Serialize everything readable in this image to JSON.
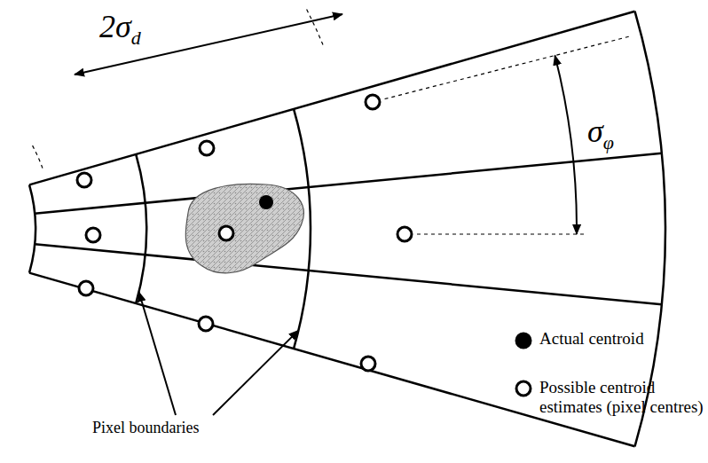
{
  "diagram": {
    "labels": [
      "2σd",
      "σφ",
      "Pixel boundaries"
    ],
    "legend": [
      {
        "text": "Actual centroid"
      },
      {
        "text": "Possible centroid estimates (pixel centres)"
      }
    ]
  }
}
